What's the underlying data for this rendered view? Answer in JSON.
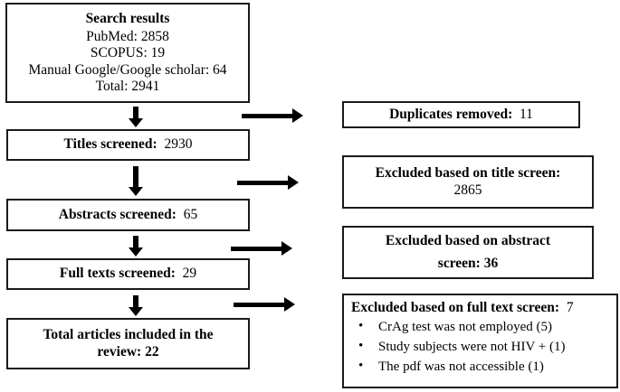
{
  "diagram": {
    "type": "prisma-flow-diagram",
    "colors": {
      "border": "#1a1a1a",
      "background": "#ffffff",
      "text": "#000000",
      "arrow": "#000000"
    }
  },
  "boxes": {
    "search_results": {
      "title": "Search results",
      "lines": [
        "PubMed: 2858",
        "SCOPUS: 19",
        "Manual Google/Google scholar: 64",
        "Total: 2941"
      ]
    },
    "titles_screened": {
      "label": "Titles screened:",
      "value": "2930"
    },
    "abstracts_screened": {
      "label": "Abstracts screened:",
      "value": "65"
    },
    "full_texts_screened": {
      "label": "Full texts screened:",
      "value": "29"
    },
    "total_included": {
      "line1": "Total articles included in the",
      "line2": "review: 22"
    },
    "duplicates_removed": {
      "label": "Duplicates removed:",
      "value": "11"
    },
    "excluded_title": {
      "label": "Excluded based on title screen:",
      "value": "2865"
    },
    "excluded_abstract": {
      "line1": "Excluded based on abstract",
      "line2": "screen: 36"
    },
    "excluded_fulltext": {
      "label": "Excluded based on full text screen:",
      "value": "7",
      "reasons": [
        "CrAg test was not employed (5)",
        "Study subjects were not HIV + (1)",
        "The pdf was not accessible (1)"
      ]
    }
  },
  "arrows": {
    "down": [
      {
        "name": "search-to-titles"
      },
      {
        "name": "titles-to-abstracts"
      },
      {
        "name": "abstracts-to-fulltexts"
      },
      {
        "name": "fulltexts-to-total"
      }
    ],
    "right": [
      {
        "name": "to-duplicates-removed"
      },
      {
        "name": "to-excluded-title"
      },
      {
        "name": "to-excluded-abstract"
      },
      {
        "name": "to-excluded-fulltext"
      }
    ]
  }
}
